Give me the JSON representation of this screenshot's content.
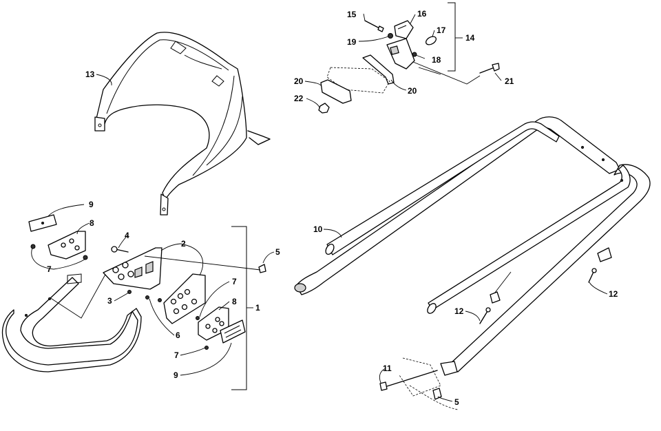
{
  "callouts": [
    {
      "id": "c1",
      "label": "1"
    },
    {
      "id": "c2",
      "label": "2"
    },
    {
      "id": "c3",
      "label": "3"
    },
    {
      "id": "c4",
      "label": "4"
    },
    {
      "id": "c5a",
      "label": "5"
    },
    {
      "id": "c5b",
      "label": "5"
    },
    {
      "id": "c6",
      "label": "6"
    },
    {
      "id": "c7a",
      "label": "7"
    },
    {
      "id": "c7b",
      "label": "7"
    },
    {
      "id": "c7c",
      "label": "7"
    },
    {
      "id": "c8a",
      "label": "8"
    },
    {
      "id": "c8b",
      "label": "8"
    },
    {
      "id": "c9a",
      "label": "9"
    },
    {
      "id": "c9b",
      "label": "9"
    },
    {
      "id": "c10",
      "label": "10"
    },
    {
      "id": "c11",
      "label": "11"
    },
    {
      "id": "c12a",
      "label": "12"
    },
    {
      "id": "c12b",
      "label": "12"
    },
    {
      "id": "c13",
      "label": "13"
    },
    {
      "id": "c14",
      "label": "14"
    },
    {
      "id": "c15",
      "label": "15"
    },
    {
      "id": "c16",
      "label": "16"
    },
    {
      "id": "c17",
      "label": "17"
    },
    {
      "id": "c18",
      "label": "18"
    },
    {
      "id": "c19",
      "label": "19"
    },
    {
      "id": "c20a",
      "label": "20"
    },
    {
      "id": "c20b",
      "label": "20"
    },
    {
      "id": "c21",
      "label": "21"
    },
    {
      "id": "c22",
      "label": "22"
    }
  ]
}
